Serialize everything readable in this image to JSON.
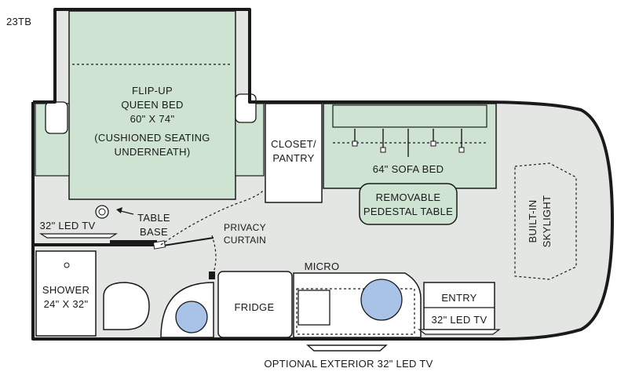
{
  "model": "23TB",
  "colors": {
    "floor": "#e4e6e3",
    "furniture": "#cfe3d3",
    "wall": "#1a1a1a",
    "fixture": "#ffffff",
    "water": "#a9c2e8"
  },
  "labels": {
    "bed_line1": "FLIP-UP",
    "bed_line2": "QUEEN BED",
    "bed_line3": "60\" X 74\"",
    "bed_line4": "(CUSHIONED SEATING",
    "bed_line5": "UNDERNEATH)",
    "closet_line1": "CLOSET/",
    "closet_line2": "PANTRY",
    "sofa": "64\" SOFA BED",
    "table_line1": "REMOVABLE",
    "table_line2": "PEDESTAL TABLE",
    "skylight_line1": "BUILT-IN",
    "skylight_line2": "SKYLIGHT",
    "table_base_line1": "TABLE",
    "table_base_line2": "BASE",
    "led_tv_left": "32\" LED TV",
    "privacy_line1": "PRIVACY",
    "privacy_line2": "CURTAIN",
    "micro": "MICRO",
    "shower_line1": "SHOWER",
    "shower_line2": "24\" X 32\"",
    "fridge": "FRIDGE",
    "entry": "ENTRY",
    "led_tv_entry": "32\" LED TV",
    "exterior_tv": "OPTIONAL EXTERIOR 32\" LED TV"
  }
}
